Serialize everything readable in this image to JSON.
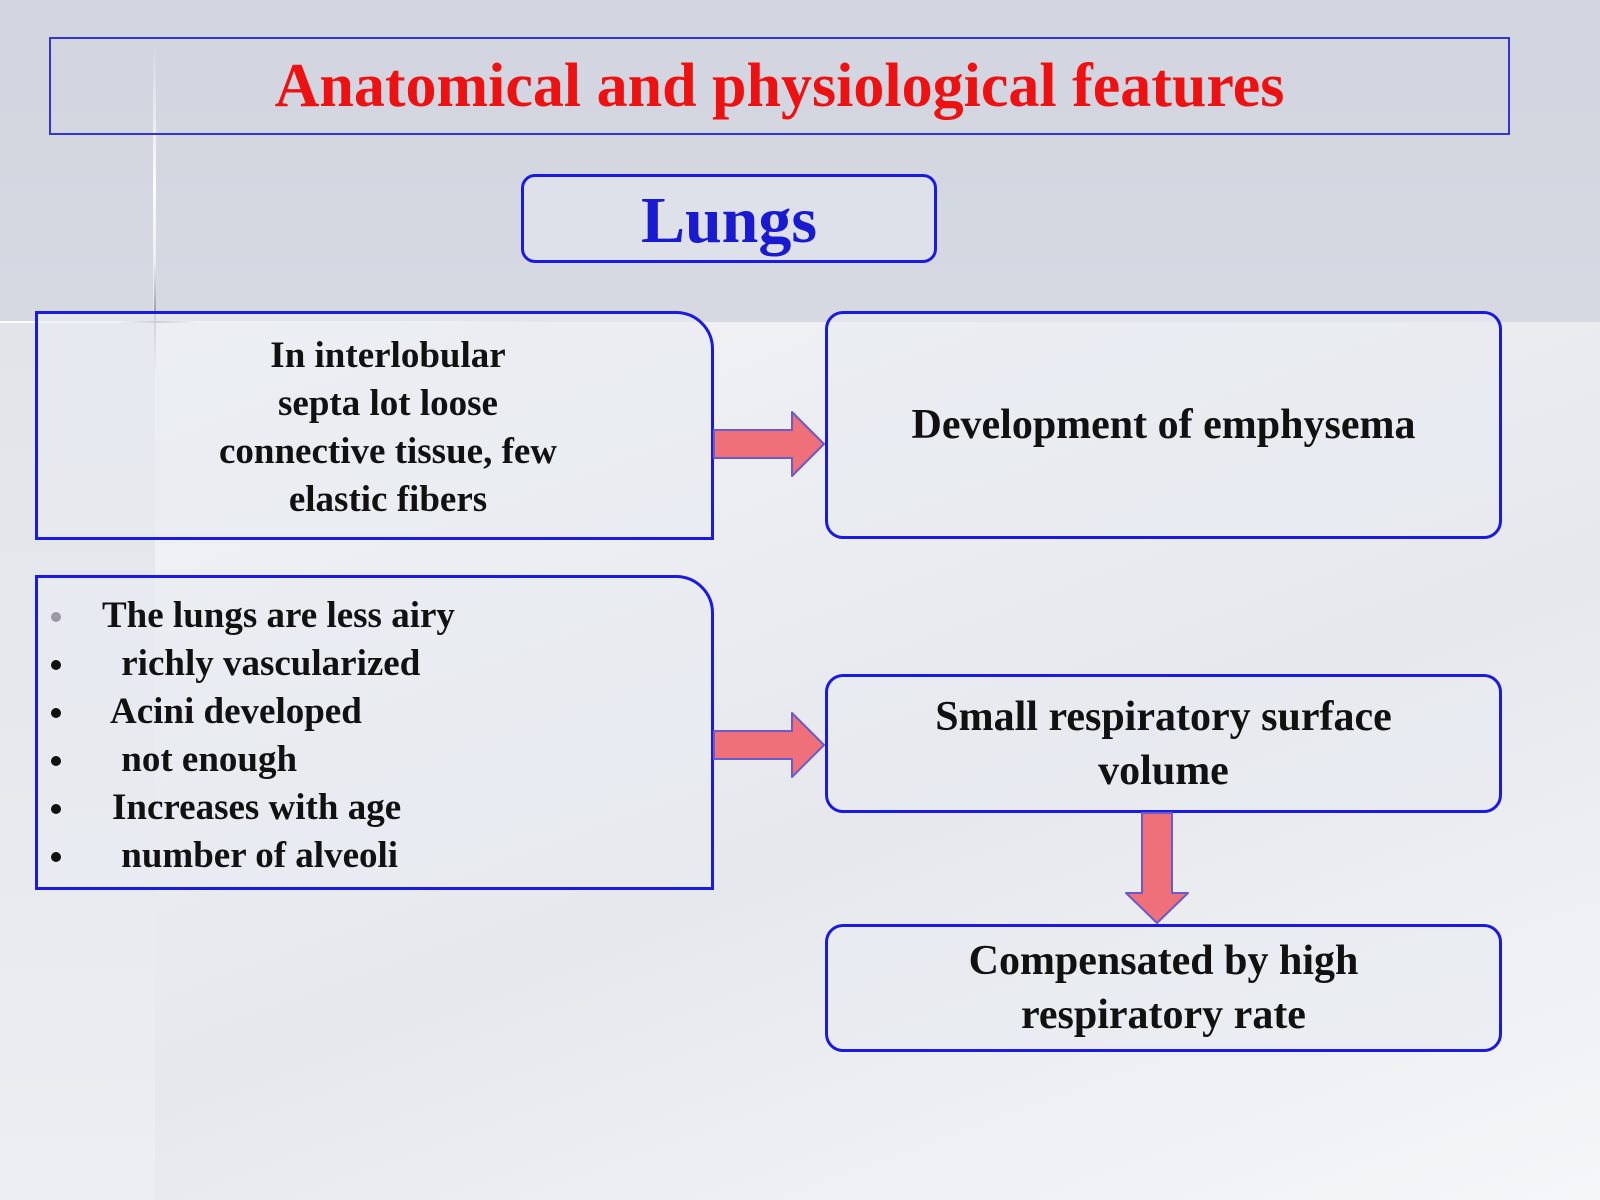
{
  "title": "Anatomical and physiological features",
  "topic": "Lungs",
  "nodes": {
    "septa": {
      "lines": [
        "In interlobular",
        "septa lot loose",
        "connective tissue, few",
        "elastic fibers"
      ]
    },
    "lungs_list": {
      "items": [
        "The lungs are less airy",
        " richly vascularized",
        "Acini developed",
        " not enough",
        "Increases with age",
        " number of alveoli"
      ]
    },
    "emphysema": "Development of emphysema",
    "surface": {
      "lines": [
        "Small respiratory surface",
        "volume"
      ]
    },
    "compensated": {
      "lines": [
        "Compensated by high",
        "respiratory rate"
      ]
    }
  },
  "colors": {
    "title": "#ee1111",
    "topic": "#1a1ad0",
    "box_border": "#1a1ae0",
    "arrow_fill": "#f0707a",
    "arrow_stroke": "#6a5acd"
  }
}
